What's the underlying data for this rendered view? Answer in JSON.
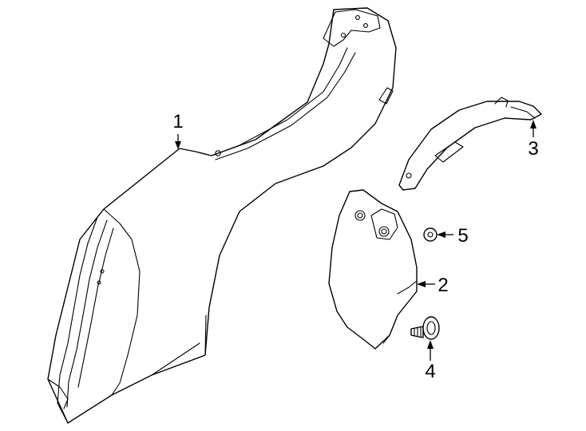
{
  "callouts": [
    {
      "id": "1",
      "label": "1"
    },
    {
      "id": "2",
      "label": "2"
    },
    {
      "id": "3",
      "label": "3"
    },
    {
      "id": "4",
      "label": "4"
    },
    {
      "id": "5",
      "label": "5"
    }
  ],
  "colors": {
    "line": "#000000",
    "fill": "#ffffff",
    "background": "#ffffff"
  }
}
